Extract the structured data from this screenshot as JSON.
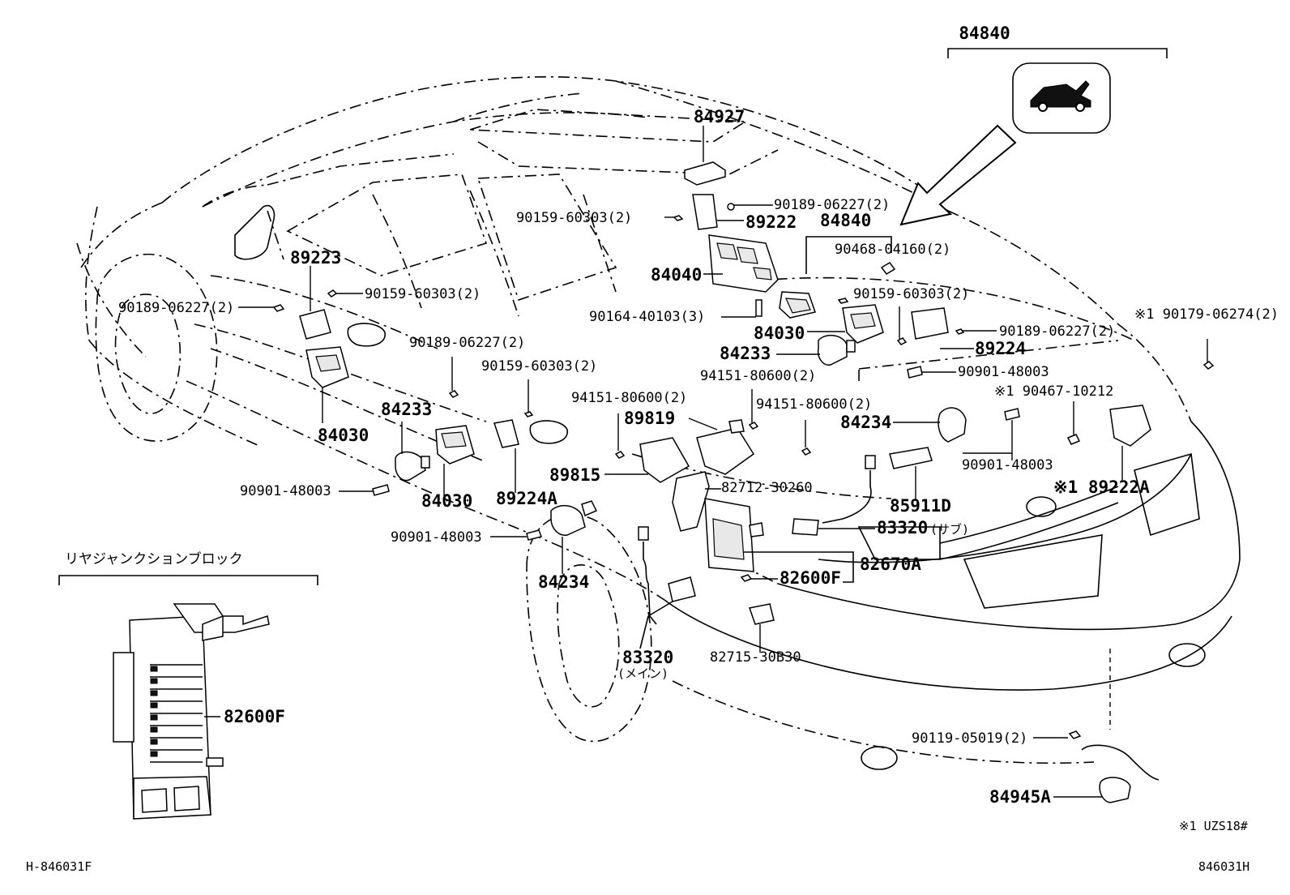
{
  "diagram": {
    "group_header": "84840",
    "side_header": "リヤジャンクションブロック",
    "footer_left": "H-846031F",
    "footer_right": "846031H",
    "note": "※1 UZS18#",
    "labels": {
      "l84840_top": "84840",
      "l84927": "84927",
      "l90189_06227_a": "90189-06227(2)",
      "l90159_60303_a": "90159-60303(2)",
      "l89222": "89222",
      "l84840_mid": "84840",
      "l90468_04160": "90468-04160(2)",
      "l89223": "89223",
      "l84040": "84040",
      "l90159_60303_b": "90159-60303(2)",
      "l90189_06227_b": "90189-06227(2)",
      "l90164_40103": "90164-40103(3)",
      "l90159_60303_c": "90159-60303(2)",
      "l90189_06227_c": "90189-06227(2)",
      "l90179_06274": "※1 90179-06274(2)",
      "l84030_c": "84030",
      "l89224": "89224",
      "l90189_06227_d": "90189-06227(2)",
      "l84233_b": "84233",
      "l90159_60303_d": "90159-60303(2)",
      "l90901_48003_c": "90901-48003",
      "l94151_80600_a": "94151-80600(2)",
      "l84030_a": "84030",
      "l90467_10212": "※1 90467-10212",
      "l94151_80600_b": "94151-80600(2)",
      "l94151_80600_c": "94151-80600(2)",
      "l84233_a": "84233",
      "l89819": "89819",
      "l84234_b": "84234",
      "l90901_48003_d": "90901-48003",
      "l89815": "89815",
      "l82712_30260": "82712-30260",
      "l89222A": "※1 89222A",
      "l90901_48003_a": "90901-48003",
      "l84030_b": "84030",
      "l89224A": "89224A",
      "l85911D": "85911D",
      "l83320_sub": "83320",
      "l83320_sub_note": "(サブ)",
      "l90901_48003_b": "90901-48003",
      "l82670A": "82670A",
      "l84234_a": "84234",
      "l82600F_main": "82600F",
      "l82715_30B30": "82715-30B30",
      "l83320_main": "83320",
      "l83320_main_note": "(メイン)",
      "l82600F_side": "82600F",
      "l90119_05019": "90119-05019(2)",
      "l84945A": "84945A"
    }
  }
}
